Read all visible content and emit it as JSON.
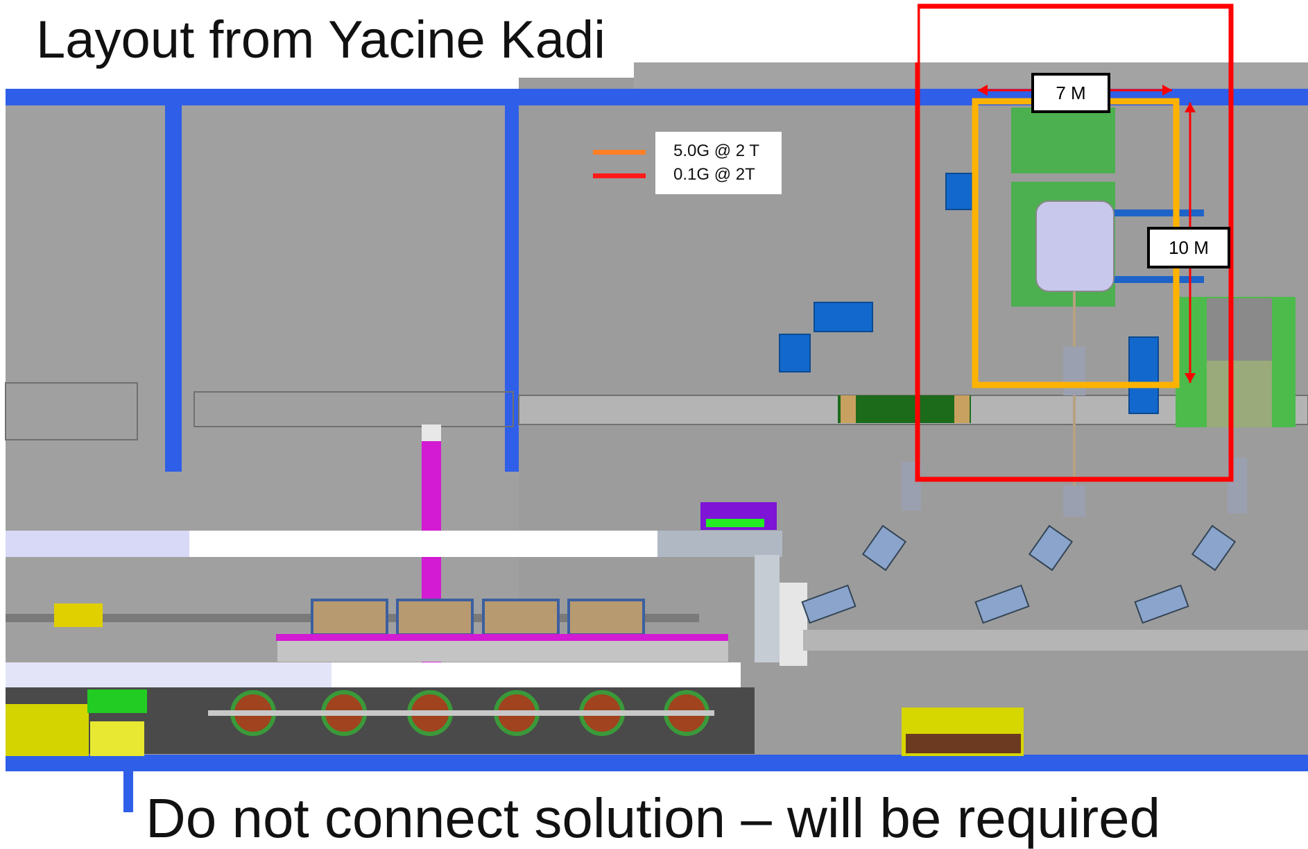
{
  "title": "Layout from Yacine Kadi",
  "legend": {
    "items": [
      {
        "label": "5.0G @ 2 T",
        "color": "#ff7f27"
      },
      {
        "label": "0.1G @ 2T",
        "color": "#ff1a1a"
      }
    ]
  },
  "dimensions": {
    "width_label": "7 M",
    "height_label": "10 M"
  },
  "bottom_caption": "Do not connect solution – will be required",
  "colors": {
    "wall": "#2f5ee8",
    "floor": "#9a9a9a",
    "outer_boundary": "#ff0000",
    "field_boundary": "#ffb300",
    "pad": "#4caf50",
    "magenta": "#d21bd2"
  }
}
